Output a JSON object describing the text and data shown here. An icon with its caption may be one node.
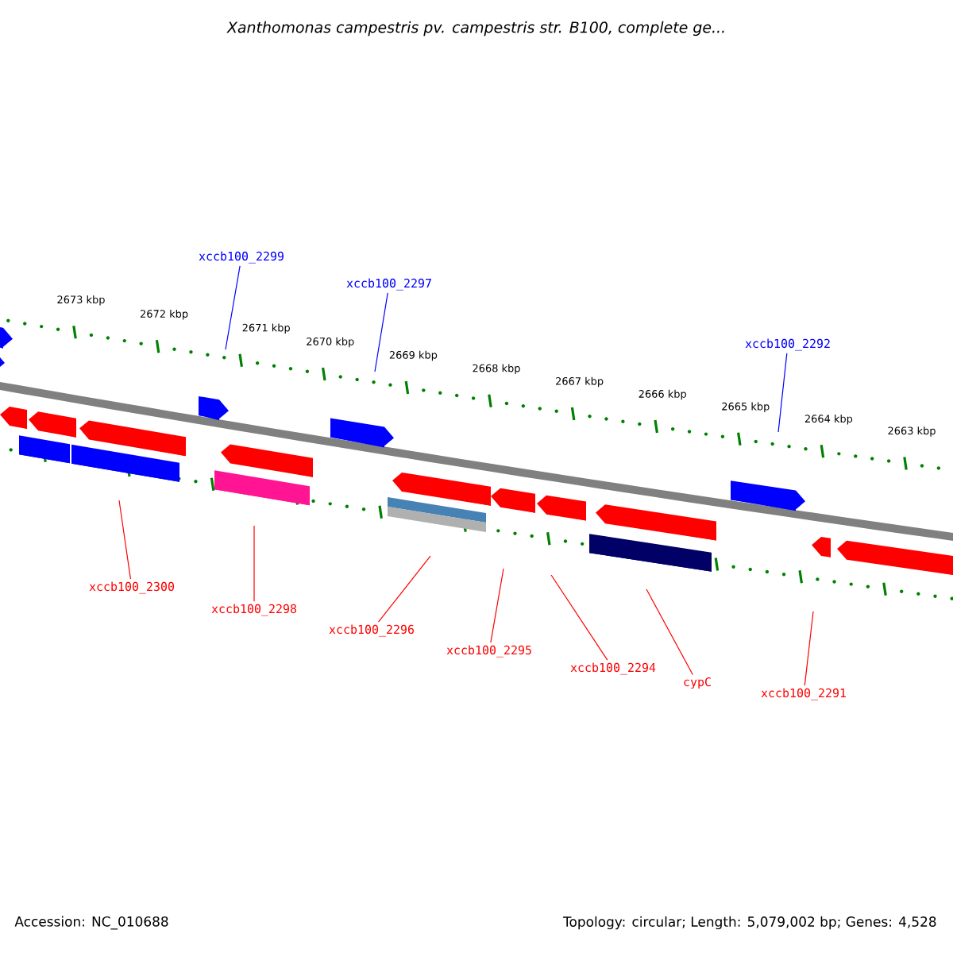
{
  "diagram": {
    "title": "Xanthomonas campestris pv. campestris str. B100, complete ge...",
    "nodes": [
      {
        "text": [
          "xccb100_2299"
        ]
      },
      {
        "text": [
          "xccb100_2297"
        ]
      },
      {
        "text": [
          "xccb100_2292"
        ]
      },
      {
        "text": [
          "xccb100_2300"
        ]
      },
      {
        "text": [
          "xccb100_2298"
        ]
      },
      {
        "text": [
          "xccb100_2296"
        ]
      },
      {
        "text": [
          "xccb100_2295"
        ]
      },
      {
        "text": [
          "xccb100_2294"
        ]
      },
      {
        "text": [
          "cypC"
        ]
      },
      {
        "text": [
          "xccb100_2291"
        ]
      }
    ],
    "edges": [
      {
        "from": 0,
        "to": null,
        "arrow": "none",
        "color": "#0000ff"
      },
      {
        "from": 1,
        "to": null,
        "arrow": "none",
        "color": "#0000ff"
      },
      {
        "from": 2,
        "to": null,
        "arrow": "none",
        "color": "#0000ff"
      },
      {
        "from": 3,
        "to": null,
        "arrow": "none"
      },
      {
        "from": 4,
        "to": null,
        "arrow": "none"
      },
      {
        "from": 5,
        "to": null,
        "arrow": "none"
      },
      {
        "from": 6,
        "to": null,
        "arrow": "none"
      },
      {
        "from": 7,
        "to": null,
        "arrow": "none"
      },
      {
        "from": 8,
        "to": null,
        "arrow": "none"
      },
      {
        "from": 9,
        "to": null,
        "arrow": "none"
      }
    ],
    "labels": [
      "2673 kbp",
      "2672 kbp",
      "2671 kbp",
      "2670 kbp",
      "2669 kbp",
      "2668 kbp",
      "2667 kbp",
      "2666 kbp",
      "2665 kbp",
      "2664 kbp",
      "2663 kbp",
      "Accession: NC_010688",
      "Topology: circular; Length: 5,079,002 bp; Genes: 4,528"
    ]
  }
}
